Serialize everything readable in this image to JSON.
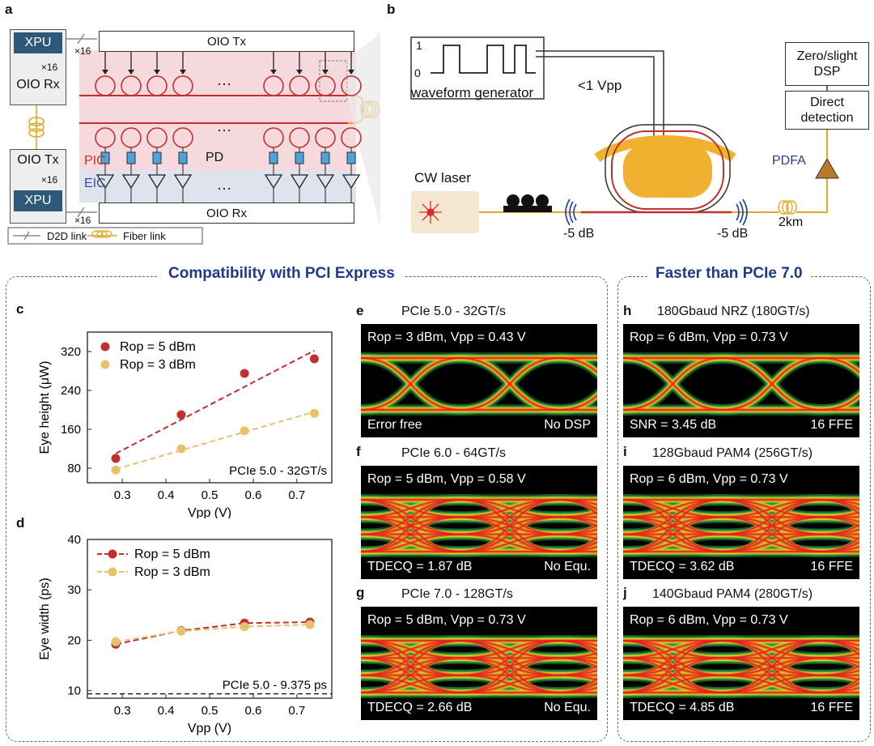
{
  "panel_a": {
    "label": "a",
    "xpu": "XPU",
    "oio_rx": "OIO Rx",
    "oio_tx": "OIO Tx",
    "x16": "×16",
    "ellipsis": "···",
    "pic": "PIC",
    "eic": "EIC",
    "pd": "PD",
    "legend_d2d": "D2D link",
    "legend_fiber": "Fiber link"
  },
  "panel_b": {
    "label": "b",
    "wave_hi": "1",
    "wave_lo": "0",
    "waveform_generator": "waveform generator",
    "vpp": "<1 Vpp",
    "zero_dsp": "Zero/slight DSP",
    "direct_detection": "Direct detection",
    "pdfa": "PDFA",
    "cw_laser": "CW laser",
    "loss_left": "-5 dB",
    "loss_right": "-5 dB",
    "fiber": "2km"
  },
  "sections": {
    "left": "Compatibility with PCI Express",
    "right": "Faster than PCIe 7.0"
  },
  "chart_data": [
    {
      "id": "c",
      "type": "scatter",
      "panel_label": "c",
      "xlabel": "Vpp (V)",
      "ylabel": "Eye height (μW)",
      "xlim": [
        0.22,
        0.78
      ],
      "ylim": [
        50,
        360
      ],
      "xticks": [
        0.3,
        0.4,
        0.5,
        0.6,
        0.7
      ],
      "xtick_labels": [
        "0.3",
        "0.4",
        "0.5",
        "0.6",
        "0.7"
      ],
      "yticks": [
        80,
        160,
        240,
        320
      ],
      "ytick_labels": [
        "80",
        "160",
        "240",
        "320"
      ],
      "annotation": "PCIe 5.0 - 32GT/s",
      "legend_position": "top-left",
      "series": [
        {
          "name": "Rop = 5 dBm",
          "color": "#c0302e",
          "x": [
            0.285,
            0.435,
            0.58,
            0.74
          ],
          "y": [
            100,
            190,
            275,
            305
          ],
          "fit": [
            [
              0.285,
              110
            ],
            [
              0.74,
              322
            ]
          ]
        },
        {
          "name": "Rop = 3 dBm",
          "color": "#e8c26a",
          "x": [
            0.285,
            0.435,
            0.58,
            0.74
          ],
          "y": [
            76,
            120,
            157,
            193
          ],
          "fit": [
            [
              0.285,
              78
            ],
            [
              0.74,
              196
            ]
          ]
        }
      ]
    },
    {
      "id": "d",
      "type": "line",
      "panel_label": "d",
      "xlabel": "Vpp (V)",
      "ylabel": "Eye width (ps)",
      "xlim": [
        0.22,
        0.78
      ],
      "ylim": [
        8.5,
        40
      ],
      "xticks": [
        0.3,
        0.4,
        0.5,
        0.6,
        0.7
      ],
      "xtick_labels": [
        "0.3",
        "0.4",
        "0.5",
        "0.6",
        "0.7"
      ],
      "yticks": [
        10,
        20,
        30,
        40
      ],
      "ytick_labels": [
        "10",
        "20",
        "30",
        "40"
      ],
      "reference": {
        "value": 9.375,
        "label": "PCIe 5.0 - 9.375 ps"
      },
      "legend_position": "top-left",
      "series": [
        {
          "name": "Rop = 5 dBm",
          "color": "#c0302e",
          "x": [
            0.285,
            0.435,
            0.58,
            0.73
          ],
          "y": [
            19.2,
            21.9,
            23.4,
            23.6
          ]
        },
        {
          "name": "Rop = 3 dBm",
          "color": "#e8c26a",
          "x": [
            0.285,
            0.435,
            0.58,
            0.73
          ],
          "y": [
            19.7,
            21.8,
            22.7,
            23.1
          ]
        }
      ]
    }
  ],
  "eyes": {
    "e": {
      "label": "e",
      "title": "PCIe 5.0 - 32GT/s",
      "top": "Rop = 3 dBm, Vpp = 0.43 V",
      "bl": "Error free",
      "br": "No DSP",
      "levels": 2
    },
    "f": {
      "label": "f",
      "title": "PCIe 6.0 - 64GT/s",
      "top": "Rop = 5 dBm, Vpp = 0.58 V",
      "bl": "TDECQ = 1.87 dB",
      "br": "No Equ.",
      "levels": 4
    },
    "g": {
      "label": "g",
      "title": "PCIe 7.0 - 128GT/s",
      "top": "Rop = 5 dBm, Vpp = 0.73 V",
      "bl": "TDECQ = 2.66 dB",
      "br": "No Equ.",
      "levels": 4
    },
    "h": {
      "label": "h",
      "title": "180Gbaud NRZ (180GT/s)",
      "top": "Rop = 6 dBm, Vpp = 0.73 V",
      "bl": "SNR = 3.45 dB",
      "br": "16 FFE",
      "levels": 2
    },
    "i": {
      "label": "i",
      "title": "128Gbaud PAM4 (256GT/s)",
      "top": "Rop = 6 dBm, Vpp = 0.73 V",
      "bl": "TDECQ = 3.62 dB",
      "br": "16 FFE",
      "levels": 4
    },
    "j": {
      "label": "j",
      "title": "140Gbaud PAM4 (280GT/s)",
      "top": "Rop = 6 dBm, Vpp = 0.73 V",
      "bl": "TDECQ = 4.85 dB",
      "br": "16 FFE",
      "levels": 4
    }
  }
}
